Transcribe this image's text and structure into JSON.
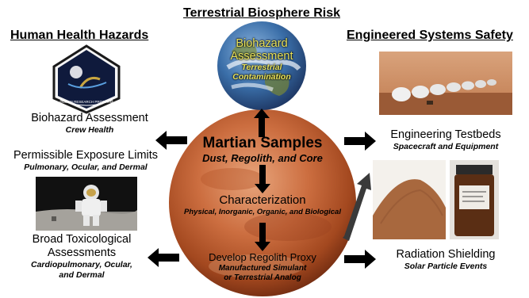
{
  "center_title": "Terrestrial Biosphere Risk",
  "left_header": "Human Health Hazards",
  "right_header": "Engineered Systems Safety",
  "globe": {
    "title_line1": "Biohazard",
    "title_line2": "Assessment",
    "sub_line1": "Terrestrial",
    "sub_line2": "Contamination"
  },
  "patch": {
    "label": "HUMAN RESEARCH PROGRAM"
  },
  "left": {
    "biohazard_title": "Biohazard Assessment",
    "biohazard_sub": "Crew Health",
    "pel_title": "Permissible Exposure Limits",
    "pel_sub": "Pulmonary, Ocular, and Dermal",
    "tox_title_line1": "Broad Toxicological",
    "tox_title_line2": "Assessments",
    "tox_sub_line1": "Cardiopulmonary, Ocular,",
    "tox_sub_line2": "and Dermal"
  },
  "right": {
    "testbeds_title": "Engineering Testbeds",
    "testbeds_sub": "Spacecraft and Equipment",
    "shield_title": "Radiation Shielding",
    "shield_sub": "Solar Particle Events"
  },
  "mars": {
    "samples_title": "Martian Samples",
    "samples_sub": "Dust, Regolith, and Core",
    "char_title": "Characterization",
    "char_sub": "Physical, Inorganic, Organic, and Biological",
    "proxy_title": "Develop Regolith Proxy",
    "proxy_sub_line1": "Manufactured Simulant",
    "proxy_sub_line2": "or Terrestrial Analog"
  },
  "colors": {
    "mars_dark": "#a3481f",
    "mars_mid": "#c86a3c",
    "mars_light": "#e2a07a",
    "arrow": "#000000",
    "globe_ocean": "#2f5f99",
    "globe_text": "#e8e15a"
  }
}
